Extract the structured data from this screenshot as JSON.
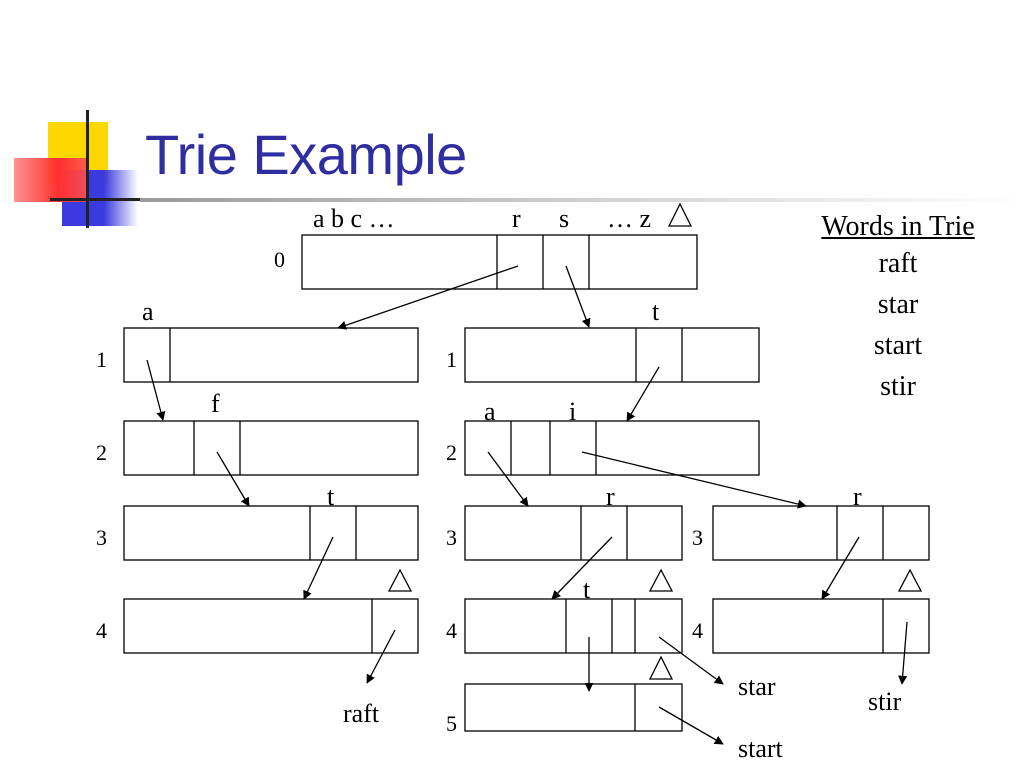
{
  "title": "Trie Example",
  "words_panel": {
    "header": "Words in Trie",
    "words": [
      "raft",
      "star",
      "start",
      "stir"
    ]
  },
  "top_labels": {
    "abc": "a b c …",
    "r": "r",
    "s": "s",
    "z": "… z"
  },
  "level_labels": [
    "0",
    "1",
    "2",
    "3",
    "4",
    "5"
  ],
  "letters": [
    "a",
    "t",
    "f",
    "a",
    "i",
    "t",
    "r",
    "r",
    "t"
  ],
  "terminal_symbol": "△",
  "leaf_words": [
    "raft",
    "star",
    "start",
    "stir"
  ]
}
